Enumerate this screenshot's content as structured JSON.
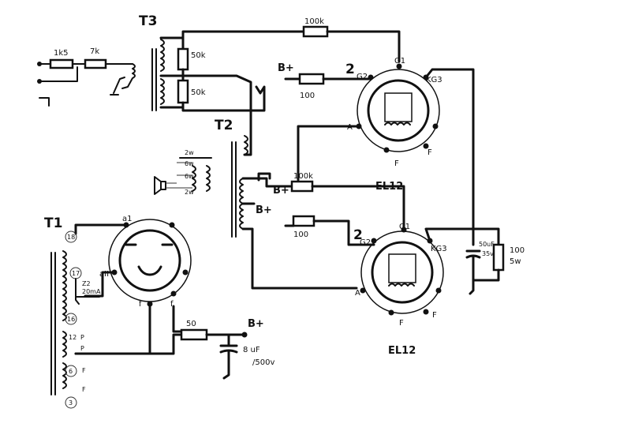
{
  "transformers": {
    "t1": "T1",
    "t2": "T2",
    "t3": "T3"
  },
  "tubes": {
    "upper": "EL12",
    "lower": "EL12"
  },
  "resistors": {
    "r_1k5": "1k5",
    "r_7k": "7k",
    "r_50k_a": "50k",
    "r_50k_b": "50k",
    "r_100k_top": "100k",
    "r_100k_mid": "100k",
    "r_100_upper": "100",
    "r_100_lower": "100",
    "r_50_supply": "50",
    "r_100_5w_a": "100",
    "r_100_5w_b": "5w"
  },
  "capacitors": {
    "c_filter_a": "8 uF",
    "c_filter_b": "/500v",
    "c_cathode_a": "50uF",
    "c_cathode_b": "35v"
  },
  "supply": {
    "b_plus_upper": "B+",
    "b_plus_mid_a": "B+",
    "b_plus_mid_b": "B+",
    "b_plus_bottom": "B+"
  },
  "numbers": {
    "g2_num_upper": "2",
    "g2_num_lower": "2"
  },
  "pins": {
    "upper_g1": "G1",
    "upper_g2": "G2",
    "upper_kg3": "KG3",
    "upper_a": "A",
    "upper_f": "F",
    "upper_f2": "F",
    "lower_g1": "G1",
    "lower_g2": "G2",
    "lower_kg3": "KG3",
    "lower_a": "A",
    "lower_f": "F",
    "lower_f2": "F",
    "rect_a1": "a1",
    "rect_a2": "aII",
    "rect_f1": "f",
    "rect_f2": "f"
  },
  "t1_terminals": {
    "n1": "18",
    "n2": "17",
    "n3": "16",
    "n4": "12",
    "n5": "6",
    "n6": "3",
    "tap_a": "P",
    "tap_b": "P",
    "tap_c": "F",
    "tap_d": "F",
    "fuse_a": "Z2",
    "fuse_b": "20mA"
  },
  "speaker_taps": {
    "t1": "2w",
    "t2": "6w",
    "t3": "6w",
    "t4": "2w"
  }
}
